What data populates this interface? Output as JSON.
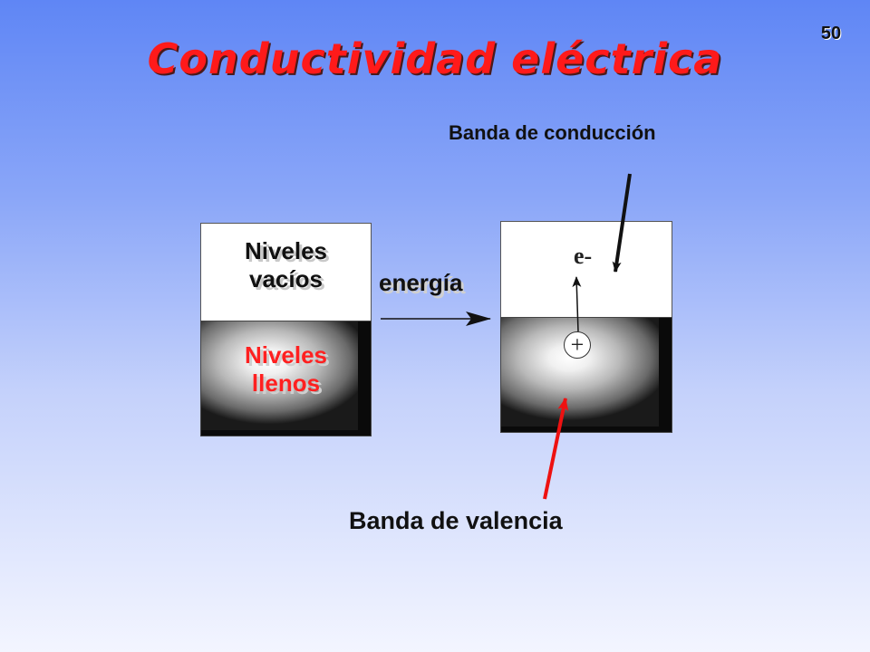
{
  "slide_number": "50",
  "title": "Conductividad eléctrica",
  "labels": {
    "conduction_band": "Banda de conducción",
    "valence_band": "Banda de valencia"
  },
  "left_diagram": {
    "empty_line1": "Niveles",
    "empty_line2": "vacíos",
    "full_line1": "Niveles",
    "full_line2": "llenos"
  },
  "transition": {
    "label": "energía"
  },
  "right_diagram": {
    "electron": "e-",
    "hole": "+"
  },
  "colors": {
    "title": "#ff1a1a",
    "filled_levels_text": "#ff2020",
    "valence_pointer": "#ee1111",
    "conduction_pointer": "#111111"
  }
}
